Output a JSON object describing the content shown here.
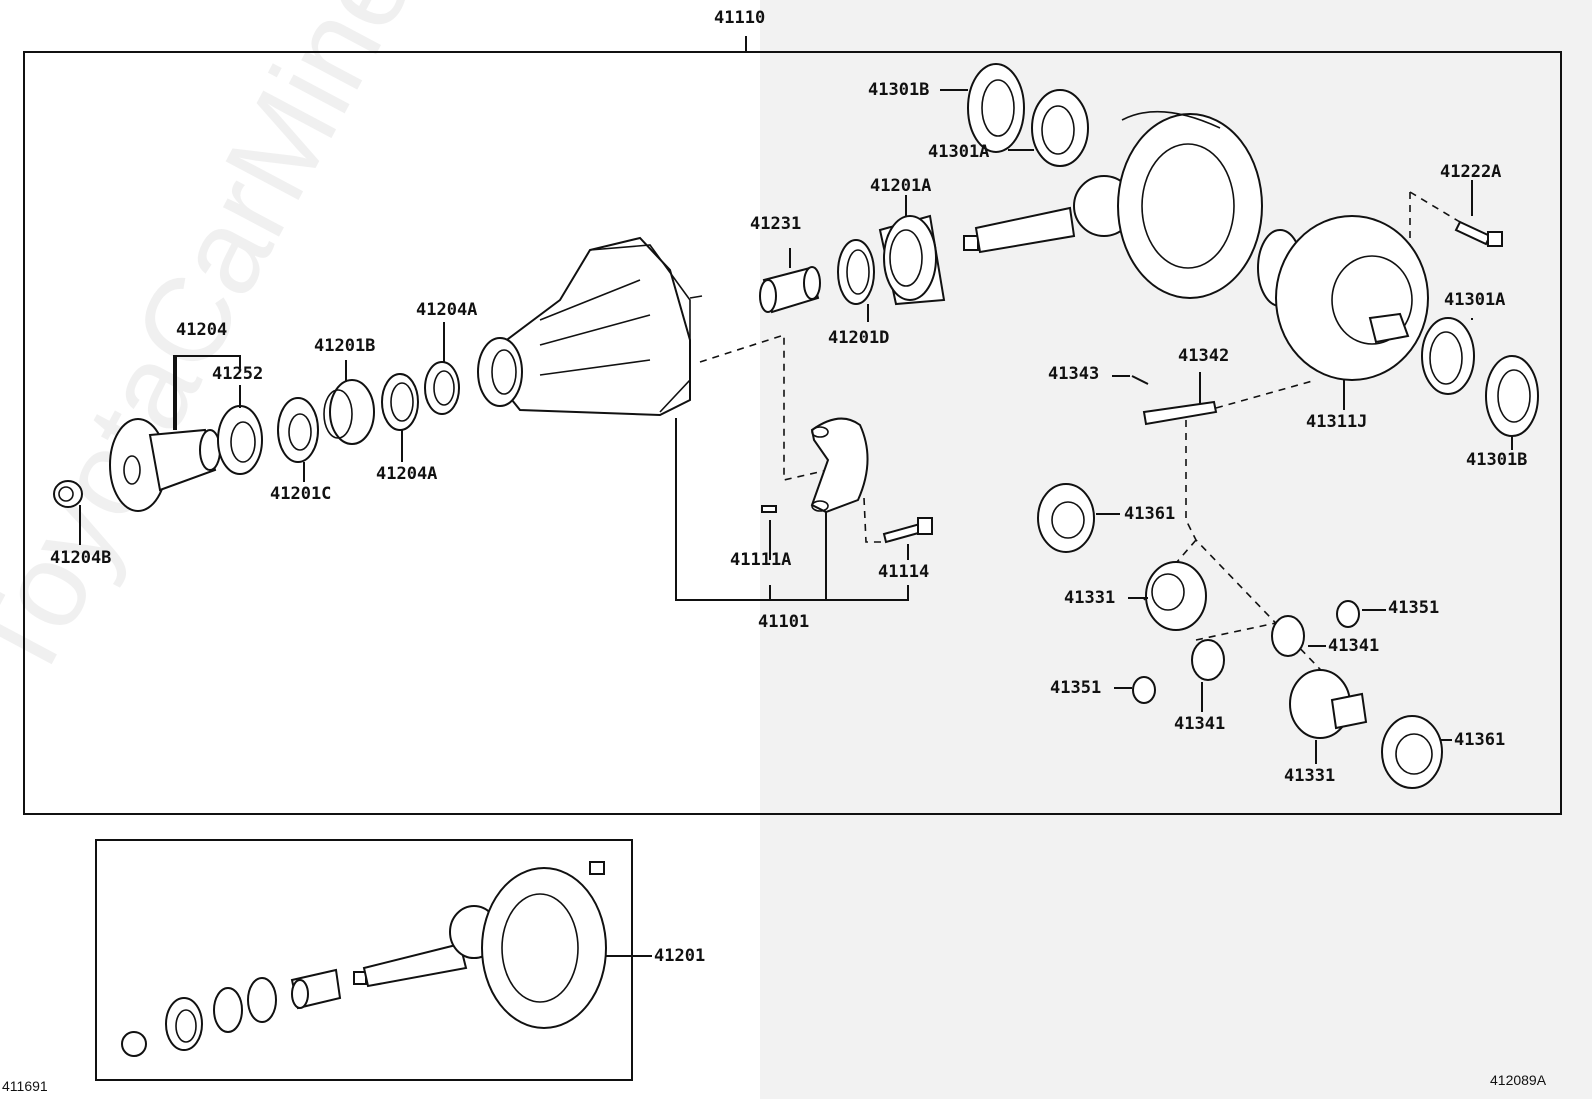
{
  "diagram": {
    "watermark": "ToyotaCarMine.ru",
    "corner_left": "411691",
    "corner_right": "412089A",
    "labels": {
      "p41110": "41110",
      "p41301B_top": "41301B",
      "p41301A_top": "41301A",
      "p41201A": "41201A",
      "p41222A": "41222A",
      "p41231": "41231",
      "p41201D": "41201D",
      "p41301A_right": "41301A",
      "p41204": "41204",
      "p41252": "41252",
      "p41201B": "41201B",
      "p41204A_top": "41204A",
      "p41343": "41343",
      "p41342": "41342",
      "p41311J": "41311J",
      "p41301B_right": "41301B",
      "p41201C": "41201C",
      "p41204A_bottom": "41204A",
      "p41204B": "41204B",
      "p41361_top": "41361",
      "p41111A": "41111A",
      "p41114": "41114",
      "p41331_top": "41331",
      "p41351_right": "41351",
      "p41101": "41101",
      "p41341_right": "41341",
      "p41351_left": "41351",
      "p41341_left": "41341",
      "p41361_bottom": "41361",
      "p41331_bottom": "41331",
      "p41201": "41201"
    }
  }
}
